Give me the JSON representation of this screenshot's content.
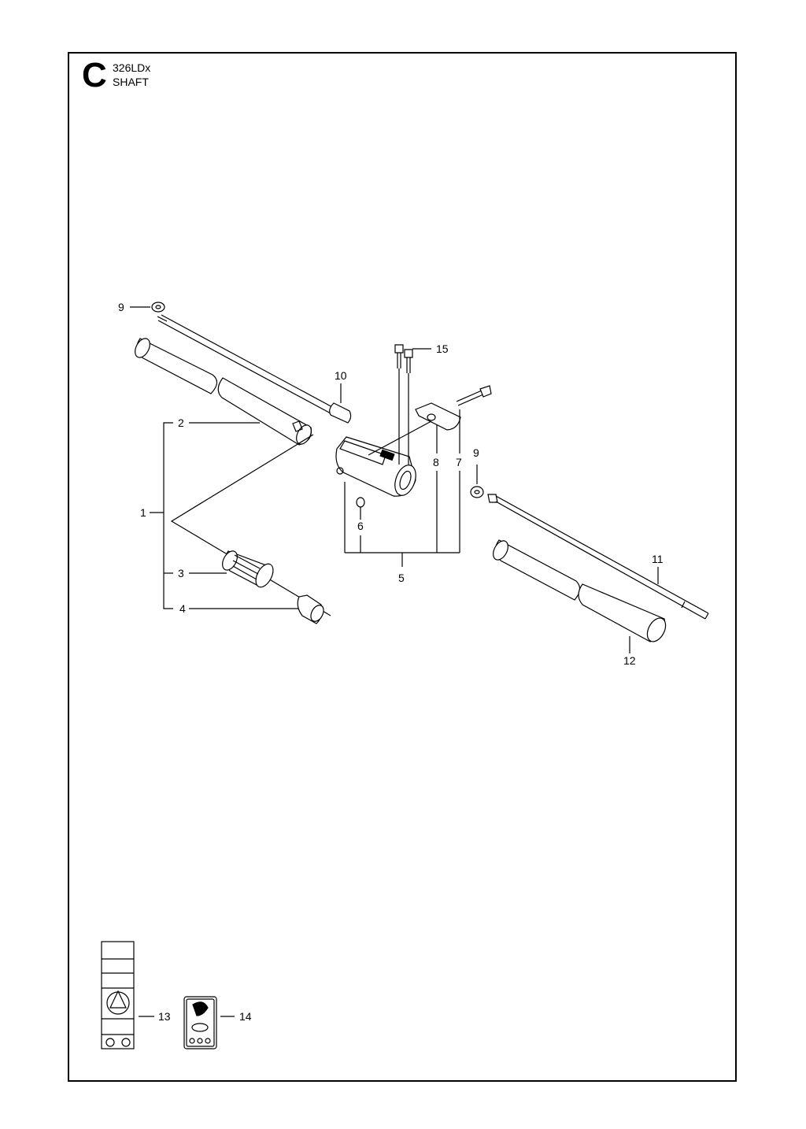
{
  "header": {
    "section_letter": "C",
    "model": "326LDx",
    "title": "SHAFT"
  },
  "callouts": [
    "9",
    "15",
    "10",
    "2",
    "8",
    "7",
    "9",
    "1",
    "6",
    "3",
    "5",
    "11",
    "4",
    "12",
    "13",
    "14"
  ]
}
